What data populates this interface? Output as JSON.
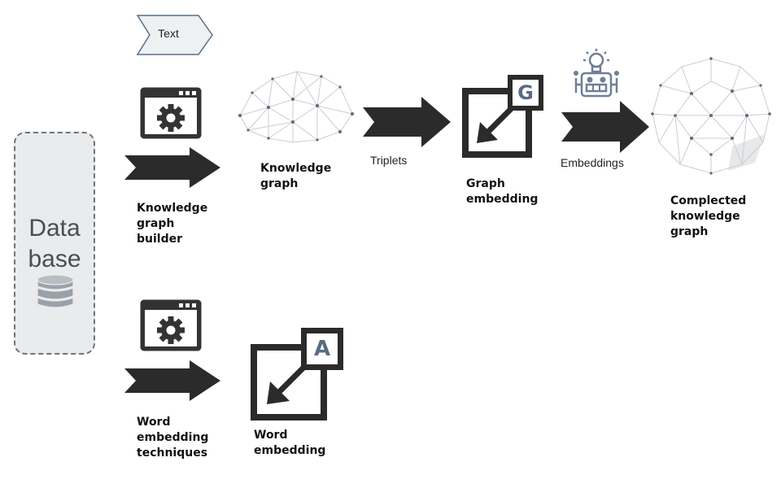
{
  "database": {
    "label": "Data\nbase"
  },
  "text_tag": {
    "label": "Text"
  },
  "knowledge_graph_builder": {
    "label": "Knowledge\ngraph\nbuilder"
  },
  "knowledge_graph": {
    "label": "Knowledge\ngraph"
  },
  "triplets": {
    "label": "Triplets"
  },
  "graph_embedding": {
    "label": "Graph\nembedding",
    "badge": "G"
  },
  "embeddings": {
    "label": "Embeddings"
  },
  "completed_kg": {
    "label": "Complected\nknowledge\ngraph"
  },
  "word_embedding_techniques": {
    "label": "Word\nembedding\ntechniques"
  },
  "word_embedding": {
    "label": "Word\nembedding",
    "badge": "A"
  },
  "colors": {
    "arrow": "#2b2b2b",
    "icon": "#333333",
    "badge": "#5a6b82",
    "node": "#5d6a78",
    "mesh": "#c9ced3",
    "robot": "#6e7f96"
  }
}
